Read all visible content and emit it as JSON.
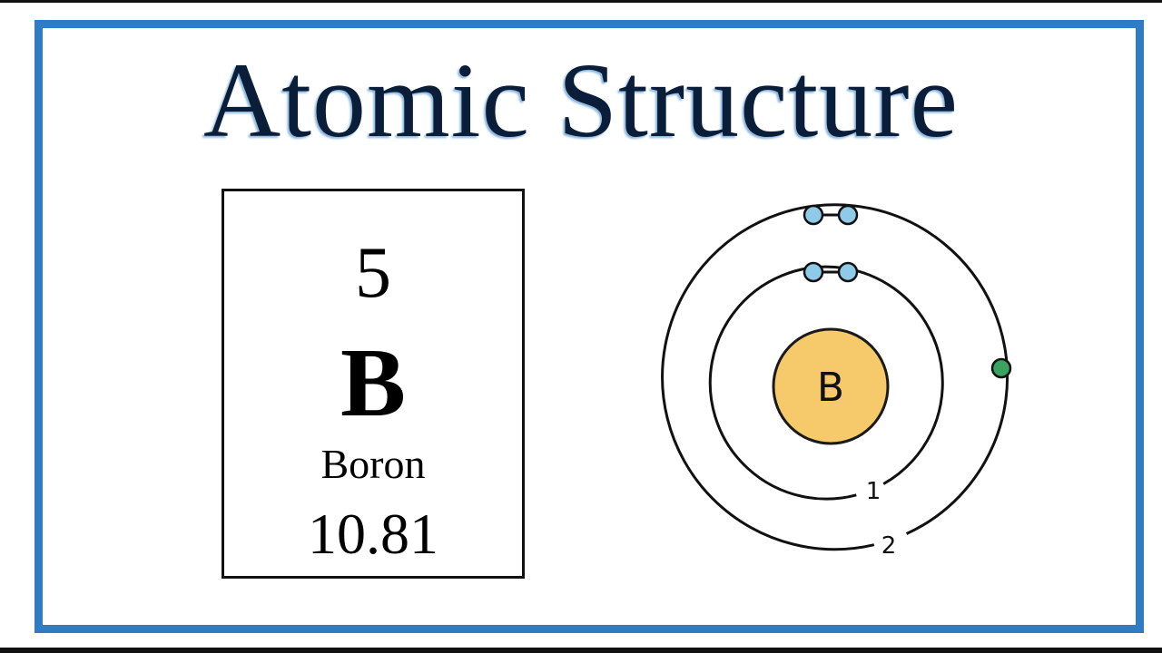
{
  "title": "Atomic Structure",
  "element": {
    "atomic_number": "5",
    "symbol": "B",
    "name": "Boron",
    "atomic_mass": "10.81"
  },
  "bohr_model": {
    "nucleus_label": "B",
    "shells": [
      {
        "label": "1",
        "electrons": 2
      },
      {
        "label": "2",
        "electrons": 3
      }
    ]
  },
  "colors": {
    "frame": "#2f7cc4",
    "title": "#0a1e3a",
    "nucleus": "#f6c96a",
    "nucleus_stroke": "#1a1a1a",
    "paired_electron": "#8fcbe8",
    "valence_electron": "#3aa35f"
  }
}
